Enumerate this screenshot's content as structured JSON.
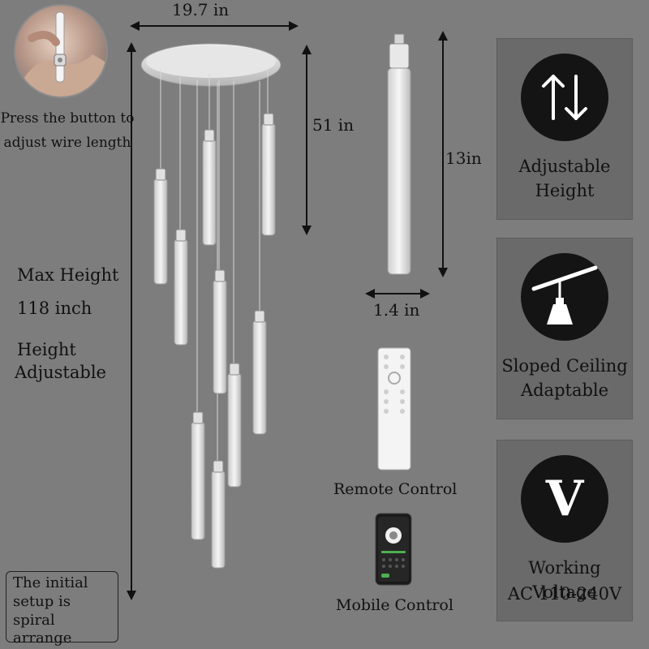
{
  "inset": {
    "caption_line1": "Press the button to",
    "caption_line2": "adjust wire length"
  },
  "dimensions": {
    "width": "19.7 in",
    "drop": "51 in",
    "tube_height": "13in",
    "tube_width": "1.4 in"
  },
  "left_text": {
    "max_height_label": "Max Height",
    "max_height_value": "118 inch",
    "adjustable_line1": "Height",
    "adjustable_line2": "Adjustable"
  },
  "note": {
    "line1": "The initial",
    "line2": "setup is",
    "line3": "spiral arrange"
  },
  "controls": {
    "remote_label": "Remote Control",
    "mobile_label": "Mobile Control"
  },
  "features": [
    {
      "icon": "up-down-arrows-icon",
      "line1": "Adjustable",
      "line2": "Height"
    },
    {
      "icon": "sloped-ceiling-lamp-icon",
      "line1": "Sloped Ceiling",
      "line2": "Adaptable"
    },
    {
      "icon": "voltage-v-icon",
      "symbol": "V",
      "line1": "Working Voltage",
      "line2": "AC 110-240V"
    }
  ],
  "colors": {
    "background": "#7d7d7d",
    "panel": "#6a6a6a",
    "icon_circle": "#141414",
    "text": "#111111"
  }
}
